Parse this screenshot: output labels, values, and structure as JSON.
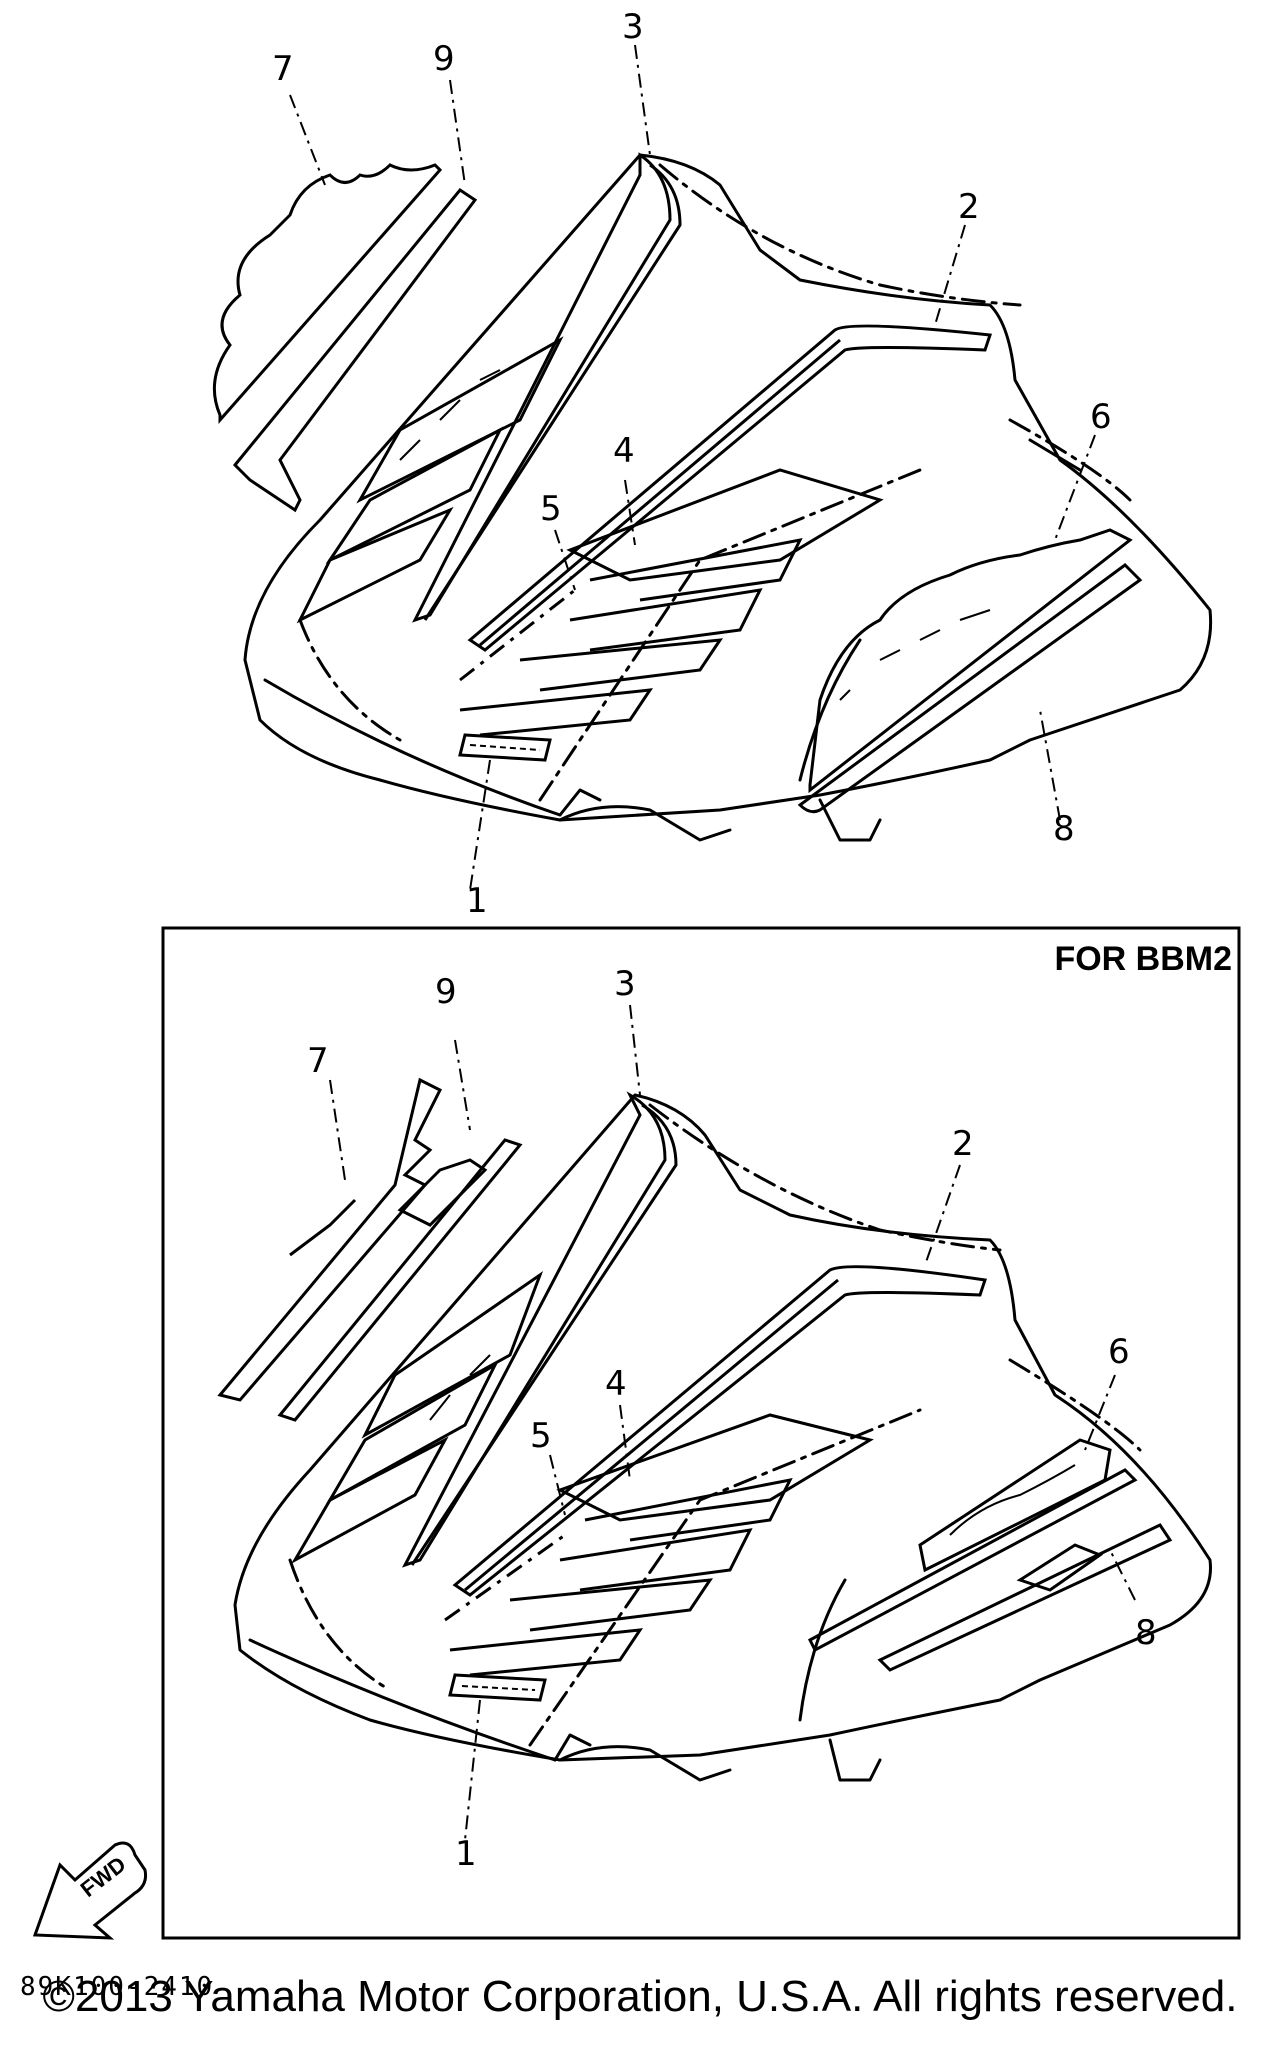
{
  "diagram": {
    "top_view": {
      "callouts": [
        "1",
        "2",
        "3",
        "4",
        "5",
        "6",
        "7",
        "8",
        "9"
      ]
    },
    "inset_view": {
      "title": "FOR BBM2",
      "callouts": [
        "1",
        "2",
        "3",
        "4",
        "5",
        "6",
        "7",
        "8",
        "9"
      ]
    },
    "fwd_arrow_label": "FWD",
    "drawing_code": "89K100-2410",
    "copyright": "©2013 Yamaha Motor Corporation, U.S.A. All rights reserved."
  },
  "colors": {
    "ink": "#000000",
    "background": "#ffffff"
  }
}
